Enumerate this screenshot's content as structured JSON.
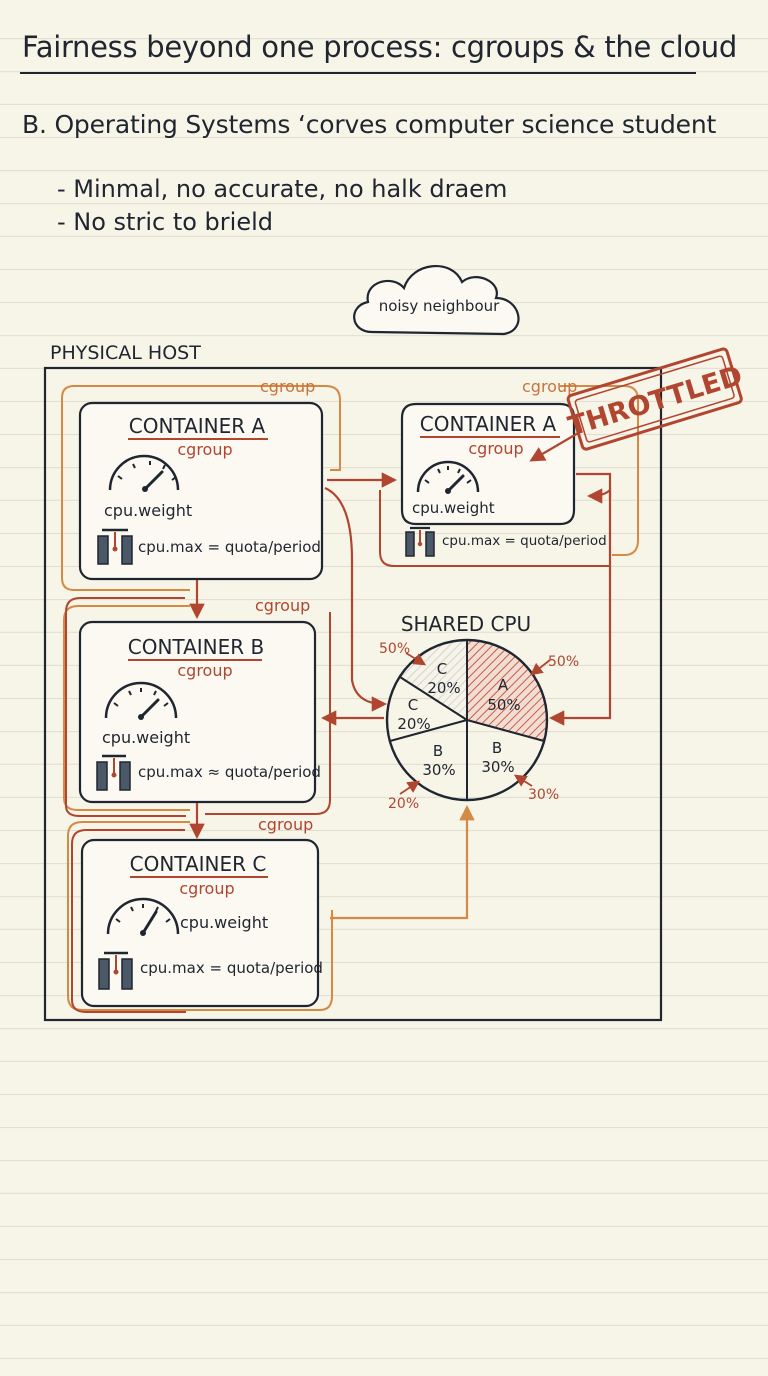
{
  "title": "Fairness beyond one process: cgroups & the cloud",
  "subtitle": "B. Operating Systems ‘corves computer science student",
  "bullets": [
    "- Minmal, no accurate, no halk draem",
    "- No stric to brield"
  ],
  "diagram": {
    "cloud_label": "noisy neighbour",
    "host_label": "PHYSICAL HOST",
    "stamp": "THROTTLED",
    "group_label": "cgroup",
    "containers": [
      {
        "id": "a",
        "title": "CONTAINER A",
        "sub": "cgroup",
        "weight": "cpu.weight",
        "max": "cpu.max = quota/period"
      },
      {
        "id": "a2",
        "title": "CONTAINER A",
        "sub": "cgroup",
        "weight": "cpu.weight",
        "max": "cpu.max = quota/period"
      },
      {
        "id": "b",
        "title": "CONTAINER B",
        "sub": "cgroup",
        "weight": "cpu.weight",
        "max": "cpu.max ≈ quota/period"
      },
      {
        "id": "c",
        "title": "CONTAINER C",
        "sub": "cgroup",
        "weight": "cpu.weight",
        "max": "cpu.max = quota/period"
      }
    ],
    "shared_cpu": {
      "title": "SHARED CPU",
      "slices": [
        {
          "name": "A",
          "percent": "50%"
        },
        {
          "name": "B",
          "percent": "30%"
        },
        {
          "name": "B",
          "percent": "30%"
        },
        {
          "name": "C",
          "percent": "20%"
        },
        {
          "name": "C",
          "percent": "20%"
        }
      ],
      "callouts": [
        "50%",
        "50%",
        "20%",
        "30%"
      ]
    }
  },
  "colors": {
    "ink": "#1f2630",
    "rust": "#b04630",
    "orange": "#d48a45",
    "paper": "#f7f4e8"
  }
}
